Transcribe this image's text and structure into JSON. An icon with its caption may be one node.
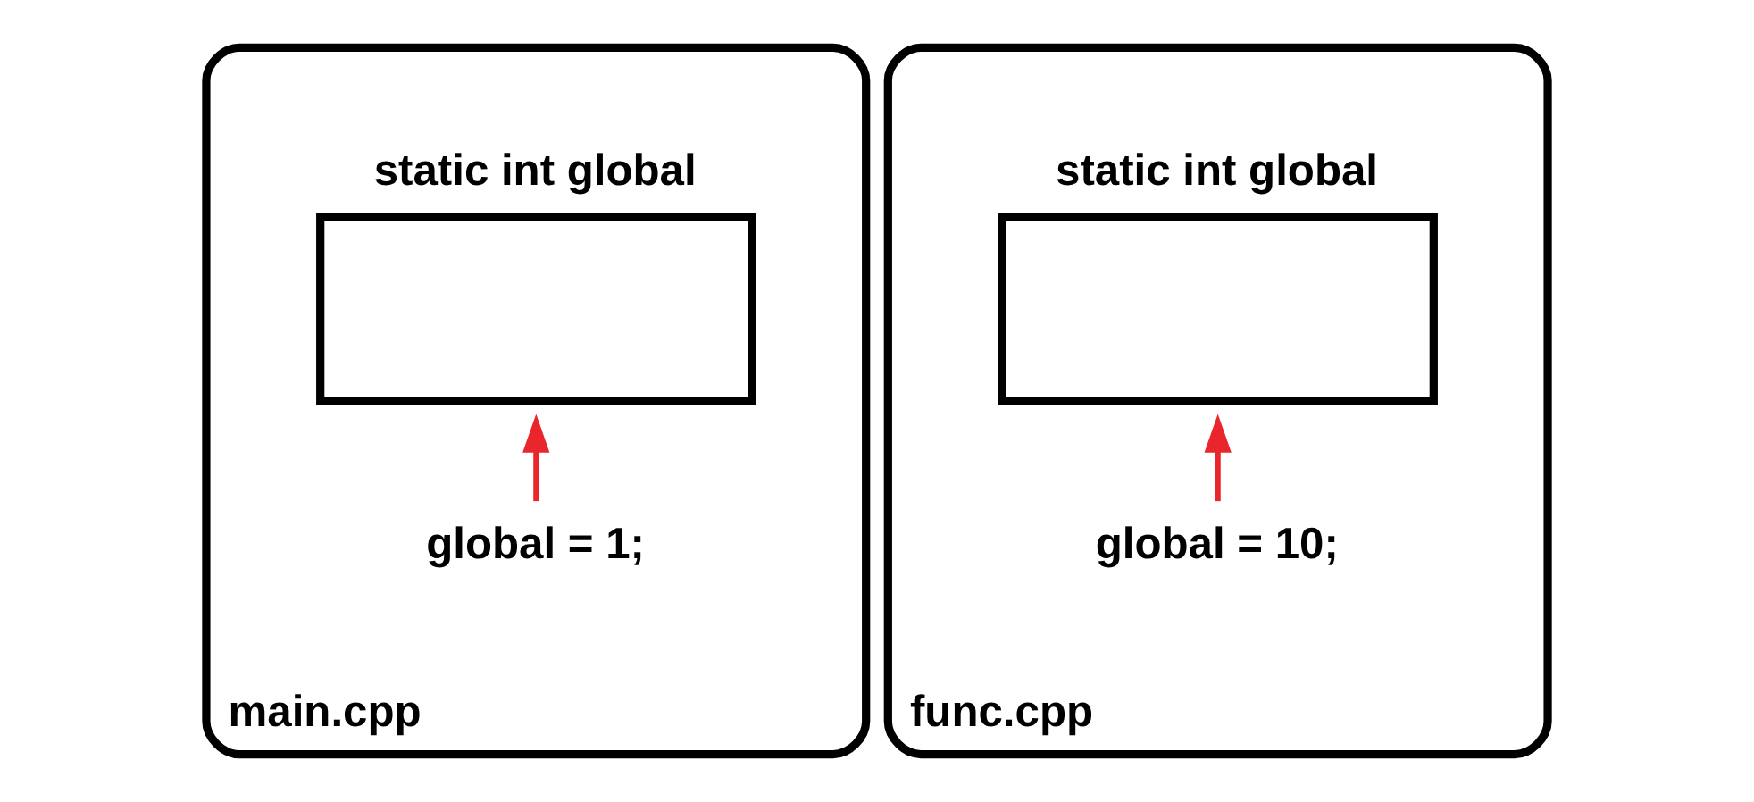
{
  "diagram": {
    "nodes": [
      {
        "text": [
          "main.cpp"
        ]
      },
      {
        "text": [
          "static int global"
        ],
        "in": 0
      },
      {
        "text": [
          "global = 1;"
        ],
        "in": 0
      },
      {
        "text": [
          "func.cpp"
        ]
      },
      {
        "text": [
          "static int global"
        ],
        "in": 3
      },
      {
        "text": [
          "global = 10;"
        ],
        "in": 3
      }
    ],
    "edges": [
      {
        "from": 2,
        "to": 1,
        "arrow": "to",
        "color": "#e8262b"
      },
      {
        "from": 5,
        "to": 4,
        "arrow": "to",
        "color": "#e8262b"
      }
    ]
  }
}
